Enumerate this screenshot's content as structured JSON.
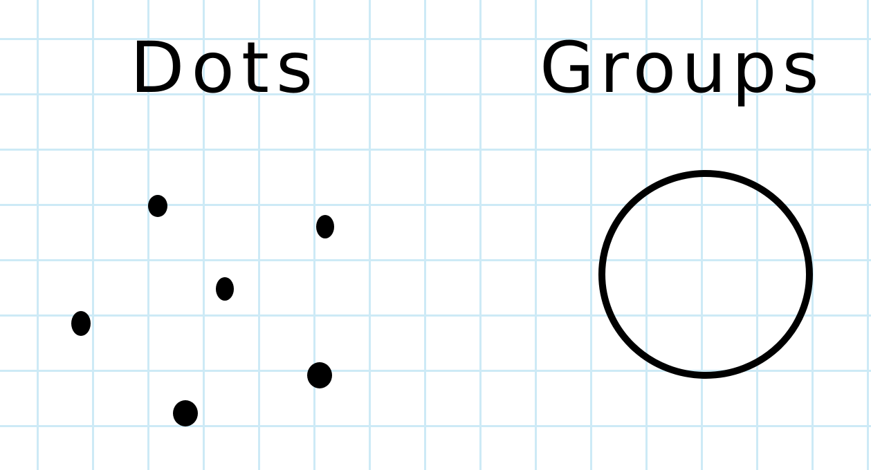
{
  "colors": {
    "grid_line": "#cdeaf6",
    "ink": "#000000",
    "paper": "#ffffff"
  },
  "dots_panel": {
    "title": "Dots",
    "dot_count": 6
  },
  "groups_panel": {
    "title": "Groups",
    "shape": "circle"
  }
}
